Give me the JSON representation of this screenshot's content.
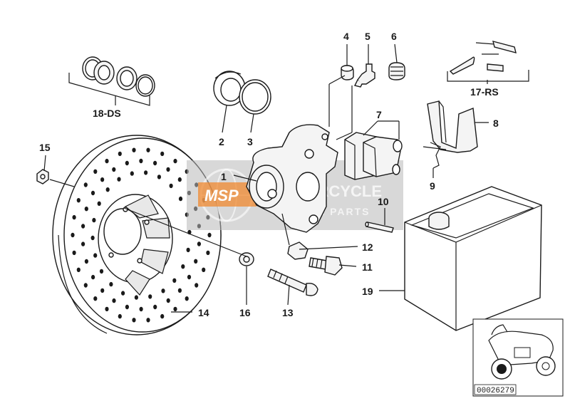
{
  "callouts": {
    "c1": "1",
    "c2": "2",
    "c3": "3",
    "c4": "4",
    "c5": "5",
    "c6": "6",
    "c7": "7",
    "c8": "8",
    "c9": "9",
    "c10": "10",
    "c11": "11",
    "c12": "12",
    "c13": "13",
    "c14": "14",
    "c15": "15",
    "c16": "16",
    "c17": "17-RS",
    "c18": "18-DS",
    "c19": "19"
  },
  "watermark": {
    "logo": "MSP",
    "title": "MOTORCYCLE",
    "subtitle": "SPARE PARTS"
  },
  "reference": {
    "number": "00026279"
  },
  "colors": {
    "watermark_band": "#b8b8b8",
    "logo_orange": "#f08a30",
    "line": "#1a1a1a"
  }
}
